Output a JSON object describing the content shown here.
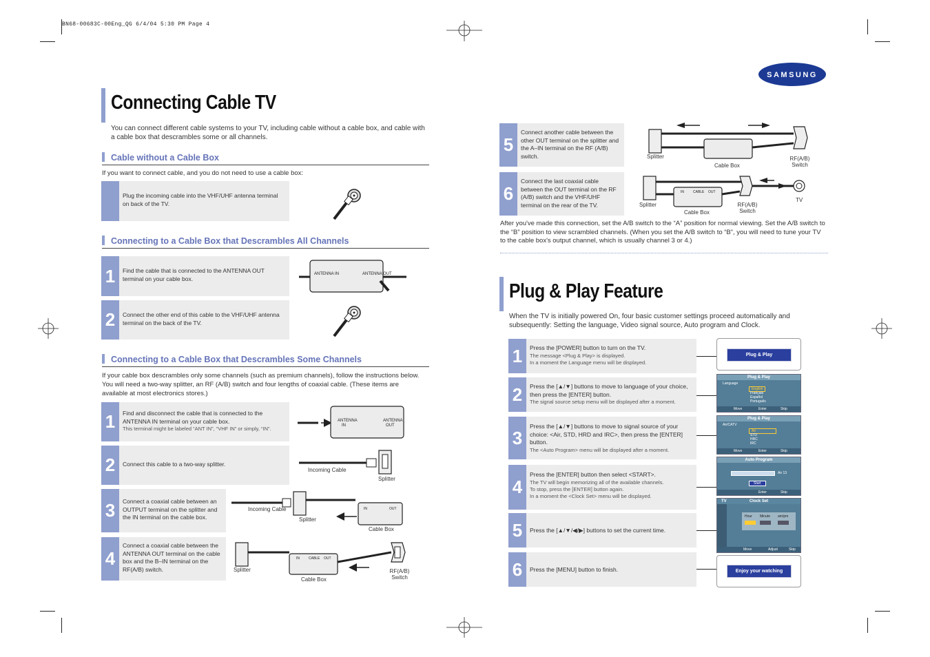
{
  "slug": "BN68-00683C-00Eng_QG  6/4/04  5:30 PM  Page 4",
  "brand": "SAMSUNG",
  "left": {
    "title": "Connecting Cable TV",
    "intro": "You can connect different cable systems to your TV, including cable without a cable box, and cable with a cable box that descrambles some or all channels.",
    "sec1": {
      "heading": "Cable without a Cable Box",
      "lead": "If you want to connect cable, and you do not need to use a cable box:",
      "step": "Plug the incoming cable into the VHF/UHF antenna terminal on back of the TV."
    },
    "sec2": {
      "heading": "Connecting to a Cable Box that Descrambles All Channels",
      "steps": [
        {
          "num": "1",
          "text": "Find the cable that is connected to the ANTENNA OUT terminal on your cable box."
        },
        {
          "num": "2",
          "text": "Connect the other end of this cable to the VHF/UHF antenna terminal on the back of the TV."
        }
      ],
      "box_in": "ANTENNA IN",
      "box_out": "ANTENNA OUT"
    },
    "sec3": {
      "heading": "Connecting to a Cable Box that Descrambles Some Channels",
      "lead": "If your cable box descrambles only some channels (such as premium channels), follow the instructions below. You will need a two-way splitter, an RF (A/B) switch and four lengths of coaxial cable. (These items are available at most electronics stores.)",
      "steps": [
        {
          "num": "1",
          "text": "Find and disconnect the cable that is connected to the ANTENNA IN terminal on your cable box.",
          "sub": "This terminal might be labeled “ANT IN”, “VHF IN” or simply, “IN”."
        },
        {
          "num": "2",
          "text": "Connect this cable to a two-way splitter."
        },
        {
          "num": "3",
          "text": "Connect a coaxial cable between an OUTPUT terminal on the splitter and the IN terminal on the cable box."
        },
        {
          "num": "4",
          "text": "Connect a coaxial cable between the ANTENNA OUT terminal on the cable box and the B–IN terminal on the RF(A/B) switch."
        }
      ],
      "labels": {
        "incoming_cable": "Incoming Cable",
        "splitter": "Splitter",
        "cable_box": "Cable Box",
        "rf_switch": "RF(A/B) Switch",
        "box_in": "IN",
        "box_cable": "CABLE",
        "box_out": "OUT"
      }
    }
  },
  "right": {
    "steps_top": [
      {
        "num": "5",
        "text": "Connect another cable between the other OUT terminal on the splitter and the A–IN terminal on the RF (A/B) switch."
      },
      {
        "num": "6",
        "text": "Connect the last coaxial cable between the OUT terminal on the RF (A/B) switch and the VHF/UHF terminal on the rear of the TV."
      }
    ],
    "tv_label": "TV",
    "after_text": "After you've made this connection, set the A/B switch to the “A” position for normal viewing. Set the A/B switch to the “B” position to view scrambled channels. (When you set the A/B switch to “B”, you will need to tune your TV to the cable box's output channel, which is usually channel 3 or 4.)",
    "title": "Plug & Play Feature",
    "intro": "When the TV is initially powered On, four basic customer settings proceed automatically and subsequently: Setting the language, Video signal source, Auto program and Clock.",
    "pp_steps": [
      {
        "num": "1",
        "text": "Press the [POWER] button to turn on the TV.",
        "sub": "The message <Plug & Play> is displayed.\nIn a moment the Language menu will be displayed."
      },
      {
        "num": "2",
        "text": "Press the [▲/▼] buttons to move to language of your choice, then press the [ENTER] button.",
        "sub": "The signal source setup menu will be displayed after a moment."
      },
      {
        "num": "3",
        "text": "Press the [▲/▼] buttons to move to signal source of your choice: <Air, STD, HRD and IRC>, then press the [ENTER] button.",
        "sub": "The <Auto Program> menu will be displayed after a moment."
      },
      {
        "num": "4",
        "text": "Press the [ENTER] button then select <START>.",
        "sub": "The TV will begin memorizing all of the available channels.\nTo stop, press the [ENTER] button again.\nIn a moment the <Clock Set> menu will be displayed."
      },
      {
        "num": "5",
        "text": "Press the [▲/▼/◀/▶] buttons to set the current time.",
        "sub": ""
      },
      {
        "num": "6",
        "text": "Press the [MENU] button to finish.",
        "sub": ""
      }
    ],
    "osd": {
      "plug_play": "Plug & Play",
      "language": "Language",
      "lang_opts": [
        "English",
        "Français",
        "Español",
        "Português"
      ],
      "air_catv": "Air/CATV",
      "sig_opts": [
        "Air",
        "STD",
        "HRC",
        "IRC"
      ],
      "auto_program": "Auto Program",
      "air13": "Air   13",
      "start": "Start",
      "clock_set": "Clock Set",
      "clock_cols": [
        "Hour",
        "Minute",
        "am/pm"
      ],
      "move": "Move",
      "enter": "Enter",
      "skip": "Skip",
      "adjust": "Adjust",
      "enjoy": "Enjoy your watching",
      "tv": "TV"
    }
  }
}
